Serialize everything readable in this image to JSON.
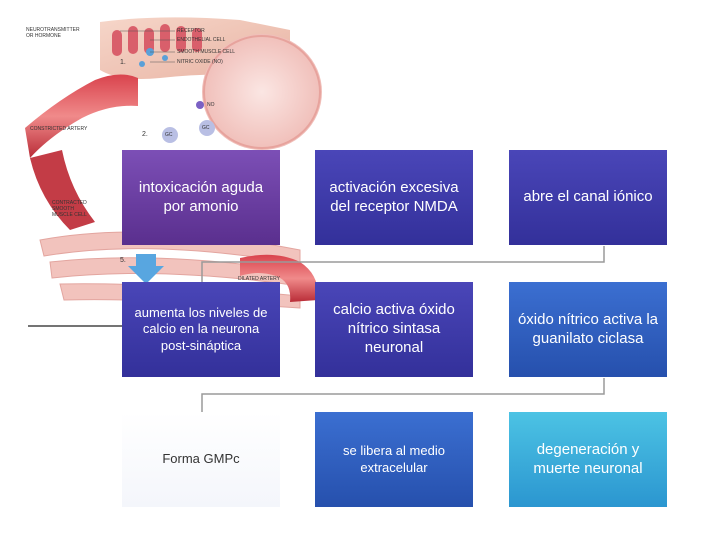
{
  "illustration": {
    "labels": {
      "neurotransmitter": "NEUROTRANSMITTER\nOR HORMONE",
      "receptor": "RECEPTOR",
      "endothelial": "ENDOTHELIAL CELL",
      "smooth_muscle": "SMOOTH MUSCLE CELL",
      "nitric_oxide": "NITRIC OXIDE (NO)",
      "constricted_artery": "CONSTRICTED ARTERY",
      "contracted_smooth_muscle": "CONTRACTED\nSMOOTH\nMUSCLE CELL",
      "dilated_artery": "DILATED ARTERY",
      "step1": "1.",
      "step2": "2.",
      "step5": "5.",
      "no": "NO",
      "gc": "GC",
      "gc2": "GC"
    }
  },
  "flow": {
    "row1": [
      {
        "text": "intoxicación aguda por amonio"
      },
      {
        "text": "activación excesiva del receptor NMDA"
      },
      {
        "text": "abre el canal iónico"
      }
    ],
    "row2": [
      {
        "text": "aumenta los niveles de calcio en la neurona post-sináptica"
      },
      {
        "text": "calcio activa óxido nítrico sintasa neuronal"
      },
      {
        "text": "óxido nítrico activa la guanilato ciclasa"
      }
    ],
    "row3": [
      {
        "text": "Forma GMPc"
      },
      {
        "text": "se libera al medio extracelular"
      },
      {
        "text": "degeneración y muerte neuronal"
      }
    ]
  }
}
